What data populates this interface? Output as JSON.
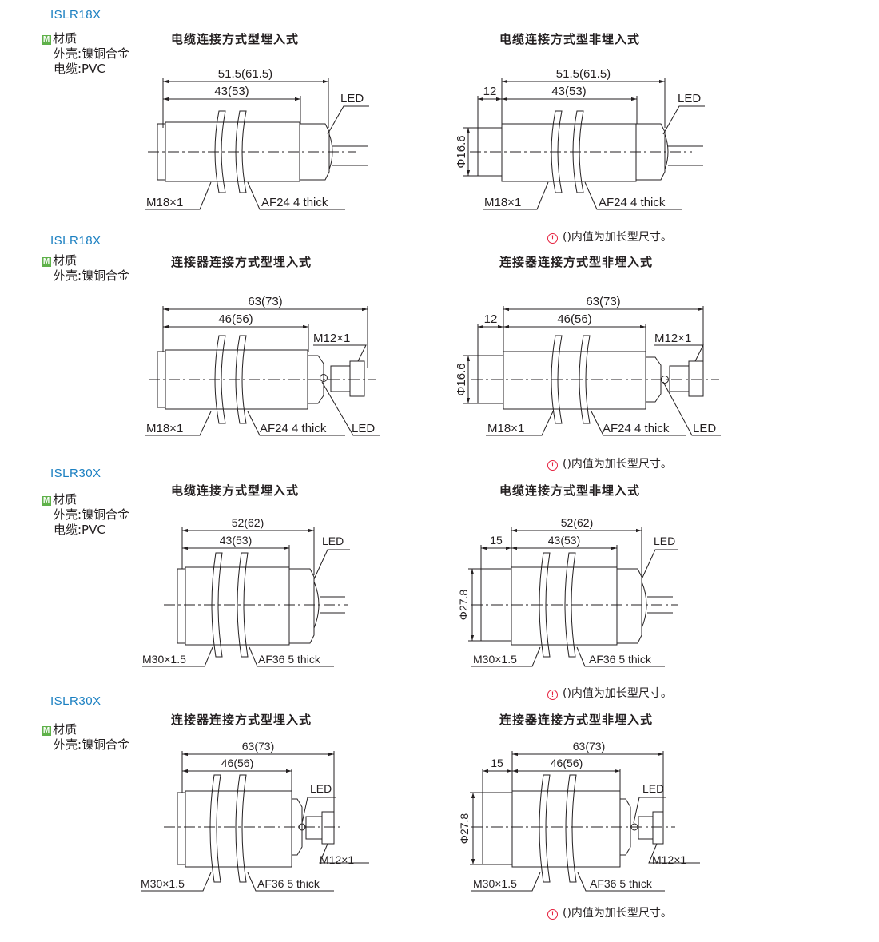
{
  "sections": [
    {
      "model": "ISLR18X",
      "material_title": "材质",
      "material_lines": [
        "外壳:镍铜合金",
        "电缆:PVC"
      ],
      "title_left": "电缆连接方式型埋入式",
      "title_right": "电缆连接方式型非埋入式",
      "note": "()内值为加长型尺寸。"
    },
    {
      "model": "ISLR18X",
      "material_title": "材质",
      "material_lines": [
        "外壳:镍铜合金"
      ],
      "title_left": "连接器连接方式型埋入式",
      "title_right": "连接器连接方式型非埋入式",
      "note": "()内值为加长型尺寸。"
    },
    {
      "model": "ISLR30X",
      "material_title": "材质",
      "material_lines": [
        "外壳:镍铜合金",
        "电缆:PVC"
      ],
      "title_left": "电缆连接方式型埋入式",
      "title_right": "电缆连接方式型非埋入式",
      "note": "()内值为加长型尺寸。"
    },
    {
      "model": "ISLR30X",
      "material_title": "材质",
      "material_lines": [
        "外壳:镍铜合金"
      ],
      "title_left": "连接器连接方式型埋入式",
      "title_right": "连接器连接方式型非埋入式",
      "note": "()内值为加长型尺寸。"
    }
  ],
  "badge_letter": "M",
  "note_icon": "!",
  "colors": {
    "model": "#1a7fc1",
    "badge": "#5fb14a",
    "note_icon": "#e5223f",
    "line": "#231f20"
  },
  "diagrams": [
    {
      "overall": "51.5(61.5)",
      "body": "43(53)",
      "led": "LED",
      "thread": "M18×1",
      "nut": "AF24 4 thick"
    },
    {
      "overall": "51.5(61.5)",
      "body": "43(53)",
      "led": "LED",
      "thread": "M18×1",
      "nut": "AF24 4 thick",
      "offset": "12",
      "dia": "Φ16.6"
    },
    {
      "overall": "63(73)",
      "body": "46(56)",
      "led": "LED",
      "thread": "M18×1",
      "nut": "AF24 4 thick",
      "conn": "M12×1"
    },
    {
      "overall": "63(73)",
      "body": "46(56)",
      "led": "LED",
      "thread": "M18×1",
      "nut": "AF24 4 thick",
      "conn": "M12×1",
      "offset": "12",
      "dia": "Φ16.6"
    },
    {
      "overall": "52(62)",
      "body": "43(53)",
      "led": "LED",
      "thread": "M30×1.5",
      "nut": "AF36 5 thick"
    },
    {
      "overall": "52(62)",
      "body": "43(53)",
      "led": "LED",
      "thread": "M30×1.5",
      "nut": "AF36 5 thick",
      "offset": "15",
      "dia": "Φ27.8"
    },
    {
      "overall": "63(73)",
      "body": "46(56)",
      "led": "LED",
      "thread": "M30×1.5",
      "nut": "AF36 5 thick",
      "conn": "M12×1"
    },
    {
      "overall": "63(73)",
      "body": "46(56)",
      "led": "LED",
      "thread": "M30×1.5",
      "nut": "AF36 5 thick",
      "conn": "M12×1",
      "offset": "15",
      "dia": "Φ27.8"
    }
  ]
}
